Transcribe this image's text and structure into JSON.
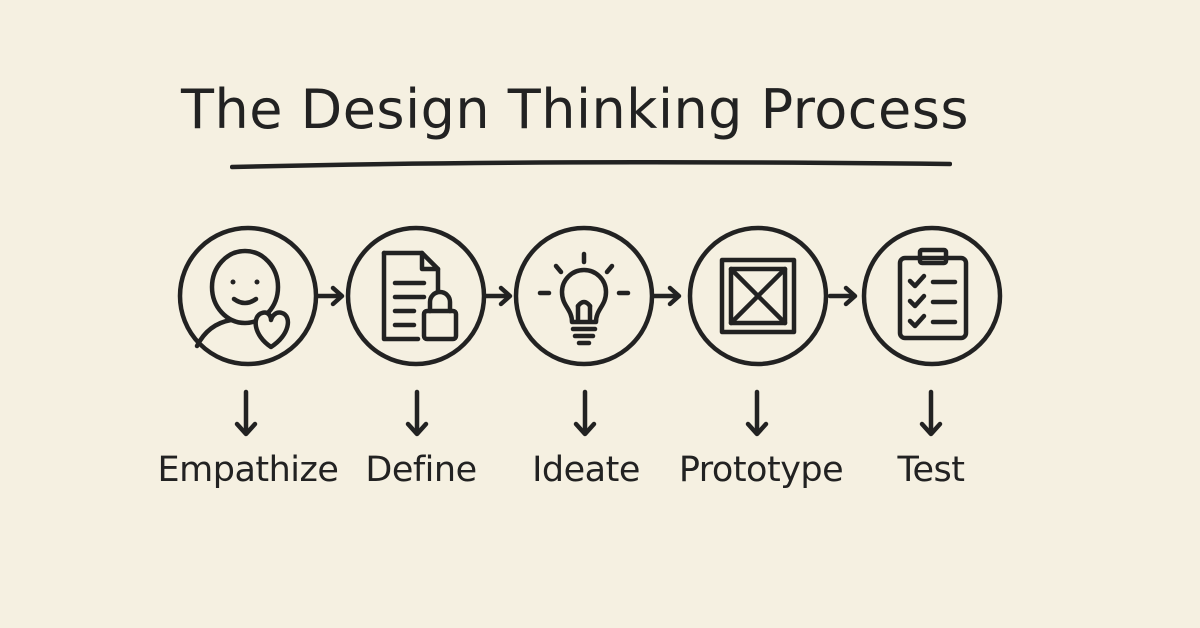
{
  "title": "The Design Thinking Process",
  "colors": {
    "background": "#f5f0e1",
    "ink": "#222222"
  },
  "stages": [
    {
      "label": "Empathize",
      "icon": "person-heart-icon"
    },
    {
      "label": "Define",
      "icon": "document-lock-icon"
    },
    {
      "label": "Ideate",
      "icon": "lightbulb-icon"
    },
    {
      "label": "Prototype",
      "icon": "wireframe-box-icon"
    },
    {
      "label": "Test",
      "icon": "clipboard-checklist-icon"
    }
  ]
}
